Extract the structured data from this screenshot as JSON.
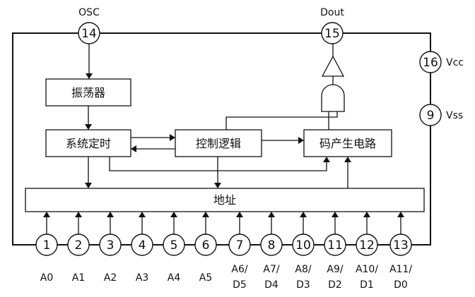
{
  "blocks": {
    "oscillator": "振荡器",
    "system_timing": "系统定时",
    "control_logic": "控制逻辑",
    "code_generator": "码产生电路",
    "address": "地址"
  },
  "pins": {
    "osc": {
      "number": "14",
      "name": "OSC"
    },
    "dout": {
      "number": "15",
      "name": "Dout"
    },
    "vcc": {
      "number": "16",
      "name": "Vcc"
    },
    "vss": {
      "number": "9",
      "name": "Vss"
    },
    "bottom": [
      {
        "number": "1",
        "label1": "A0",
        "label2": ""
      },
      {
        "number": "2",
        "label1": "A1",
        "label2": ""
      },
      {
        "number": "3",
        "label1": "A2",
        "label2": ""
      },
      {
        "number": "4",
        "label1": "A3",
        "label2": ""
      },
      {
        "number": "5",
        "label1": "A4",
        "label2": ""
      },
      {
        "number": "6",
        "label1": "A5",
        "label2": ""
      },
      {
        "number": "7",
        "label1": "A6/",
        "label2": "D5"
      },
      {
        "number": "8",
        "label1": "A7/",
        "label2": "D4"
      },
      {
        "number": "10",
        "label1": "A8/",
        "label2": "D3"
      },
      {
        "number": "11",
        "label1": "A9/",
        "label2": "D2"
      },
      {
        "number": "12",
        "label1": "A10/",
        "label2": "D1"
      },
      {
        "number": "13",
        "label1": "A11/",
        "label2": "D0"
      }
    ]
  }
}
